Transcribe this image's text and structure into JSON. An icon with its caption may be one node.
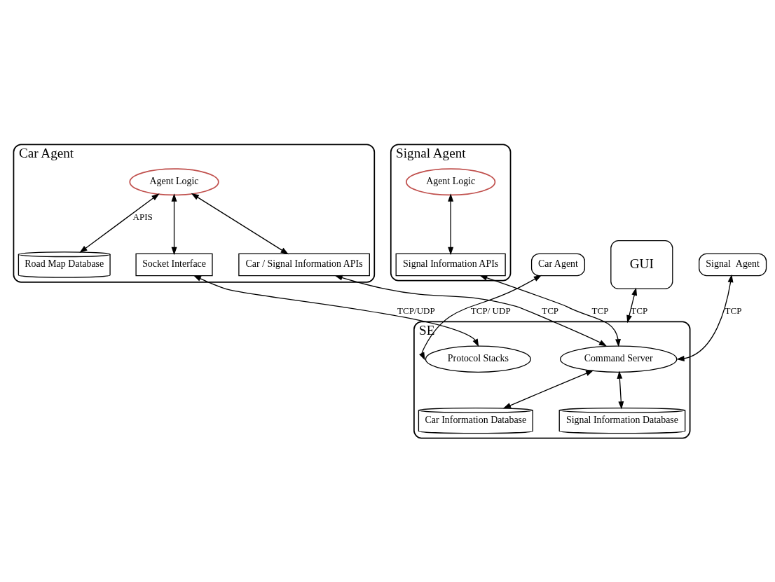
{
  "diagram": {
    "nodes": [
      {
        "text": [
          "Car Agent"
        ]
      },
      {
        "text": [
          "Agent Logic"
        ],
        "in": 0
      },
      {
        "text": [
          "Road Map Database"
        ],
        "in": 0
      },
      {
        "text": [
          "Socket Interface"
        ],
        "in": 0
      },
      {
        "text": [
          "Car / Signal Information APIs"
        ],
        "in": 0
      },
      {
        "text": [
          "Signal Agent"
        ]
      },
      {
        "text": [
          "Agent Logic"
        ],
        "in": 5
      },
      {
        "text": [
          "Signal Information APIs"
        ],
        "in": 5
      },
      {
        "text": [
          "Car Agent"
        ]
      },
      {
        "text": [
          "Signal  Agent"
        ]
      },
      {
        "text": [
          "GUI"
        ]
      },
      {
        "text": [
          "SE"
        ]
      },
      {
        "text": [
          "Command Server"
        ],
        "in": 11
      },
      {
        "text": [
          "Protocol Stacks"
        ],
        "in": 11
      },
      {
        "text": [
          "Car Information Database"
        ],
        "in": 11
      },
      {
        "text": [
          "Signal Information Database"
        ],
        "in": 11
      }
    ],
    "edges": [
      {
        "from": 1,
        "to": 2,
        "arrow": "both",
        "label": "APIS"
      },
      {
        "from": 1,
        "to": 3,
        "arrow": "both"
      },
      {
        "from": 1,
        "to": 4,
        "arrow": "both"
      },
      {
        "from": 6,
        "to": 7,
        "arrow": "both"
      },
      {
        "from": 8,
        "to": 13,
        "arrow": "both",
        "label": "TCP/ UDP"
      },
      {
        "from": 3,
        "to": 13,
        "arrow": "both",
        "label": "TCP/UDP"
      },
      {
        "from": 4,
        "to": 12,
        "arrow": "both",
        "label": "TCP"
      },
      {
        "from": 7,
        "to": 12,
        "arrow": "both",
        "label": "TCP"
      },
      {
        "from": 9,
        "to": 12,
        "arrow": "both",
        "label": "TCP"
      },
      {
        "from": 10,
        "to": 11,
        "arrow": "both",
        "label": "TCP"
      },
      {
        "from": 12,
        "to": 14,
        "arrow": "both"
      },
      {
        "from": 12,
        "to": 15,
        "arrow": "both"
      }
    ]
  }
}
